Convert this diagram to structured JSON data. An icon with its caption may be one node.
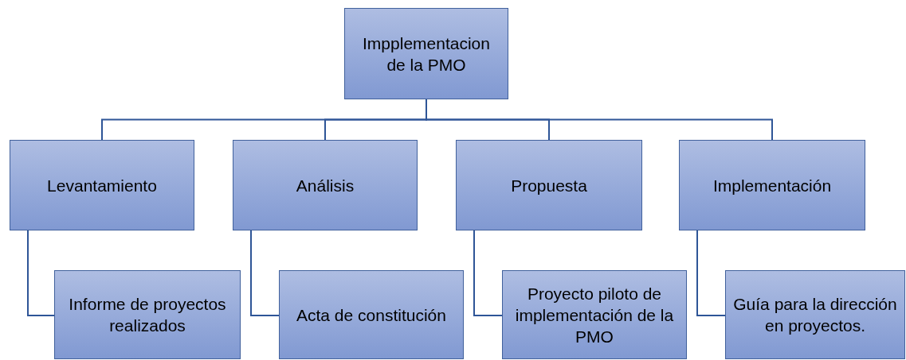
{
  "diagram": {
    "nodes": [
      {
        "text": [
          "Impplementacion de la PMO"
        ]
      },
      {
        "text": [
          "Levantamiento"
        ]
      },
      {
        "text": [
          "Análisis"
        ]
      },
      {
        "text": [
          "Propuesta"
        ]
      },
      {
        "text": [
          "Implementación"
        ]
      },
      {
        "text": [
          "Informe de proyectos realizados"
        ]
      },
      {
        "text": [
          "Acta de constitución"
        ]
      },
      {
        "text": [
          "Proyecto piloto de implementación de la PMO"
        ]
      },
      {
        "text": [
          "Guía para la dirección en proyectos."
        ]
      }
    ],
    "edges": [
      {
        "from": 0,
        "to": 1,
        "arrow": "none"
      },
      {
        "from": 0,
        "to": 2,
        "arrow": "none"
      },
      {
        "from": 0,
        "to": 3,
        "arrow": "none"
      },
      {
        "from": 0,
        "to": 4,
        "arrow": "none"
      },
      {
        "from": 1,
        "to": 5,
        "arrow": "none"
      },
      {
        "from": 2,
        "to": 6,
        "arrow": "none"
      },
      {
        "from": 3,
        "to": 7,
        "arrow": "none"
      },
      {
        "from": 4,
        "to": 8,
        "arrow": "none"
      }
    ]
  }
}
